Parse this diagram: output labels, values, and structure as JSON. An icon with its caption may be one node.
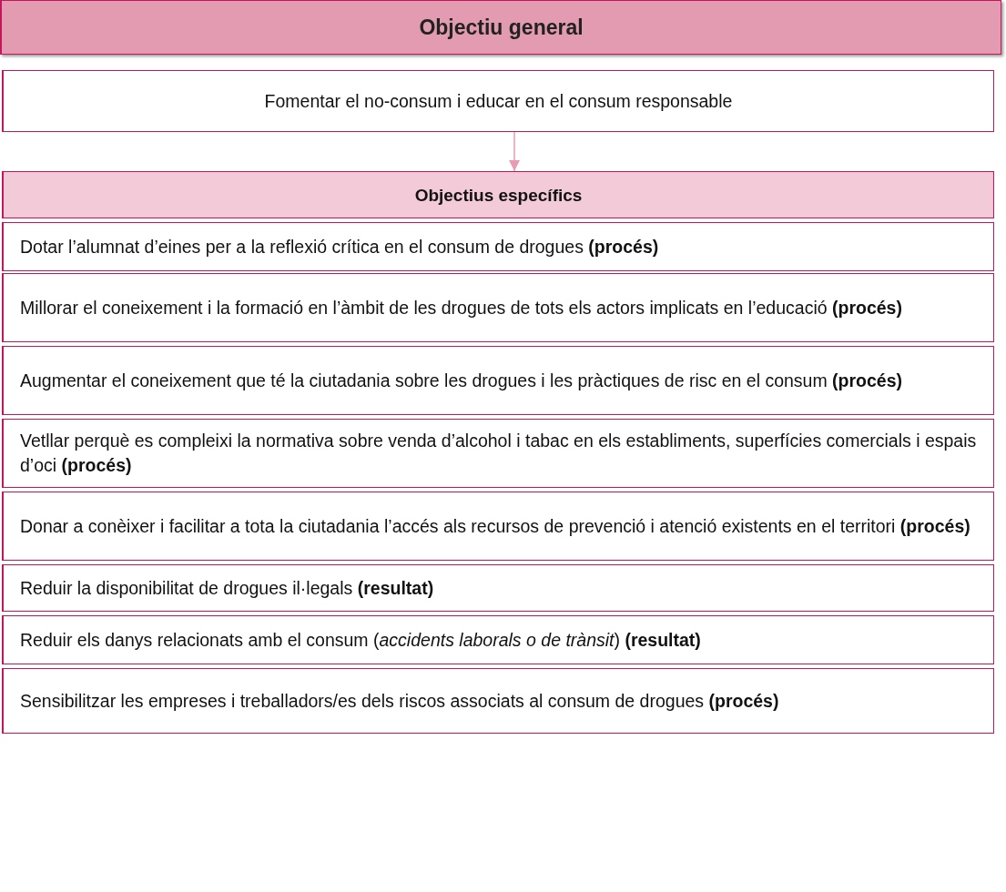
{
  "diagram": {
    "nodes": [
      {
        "text": [
          "Objectiu general"
        ]
      },
      {
        "text": [
          "Fomentar el no-consum i educar en el consum responsable"
        ]
      },
      {
        "text": [
          "Objectius específics"
        ]
      },
      {
        "text": [
          "Dotar l’alumnat d’eines per a la reflexió crítica en el consum de drogues **(procés)**"
        ]
      },
      {
        "text": [
          "Millorar el coneixement i la formació en l’àmbit de les drogues de tots els actors implicats en l’educació **(procés)**"
        ]
      },
      {
        "text": [
          "Augmentar el coneixement que té la ciutadania sobre les drogues i les pràctiques de risc en el consum **(procés)**"
        ]
      },
      {
        "text": [
          "Vetllar perquè es compleixi la normativa sobre venda d’alcohol i tabac en els establiments, superfícies comercials i espais d’oci **(procés)**"
        ]
      },
      {
        "text": [
          "Donar a conèixer i facilitar a tota la ciutadania l’accés als recursos de prevenció i atenció existents en el territori **(procés)**"
        ]
      },
      {
        "text": [
          "Reduir la disponibilitat de drogues il·legals **(resultat)**"
        ]
      },
      {
        "text": [
          "Reduir els danys relacionats amb el consum (*accidents laborals o de trànsit*) **(resultat)**"
        ]
      },
      {
        "text": [
          "Sensibilitzar les empreses i treballadors/es dels riscos associats al consum de drogues **(procés)**"
        ]
      }
    ],
    "edges": [
      {
        "from": 1,
        "to": 2,
        "arrow": "to"
      }
    ]
  }
}
